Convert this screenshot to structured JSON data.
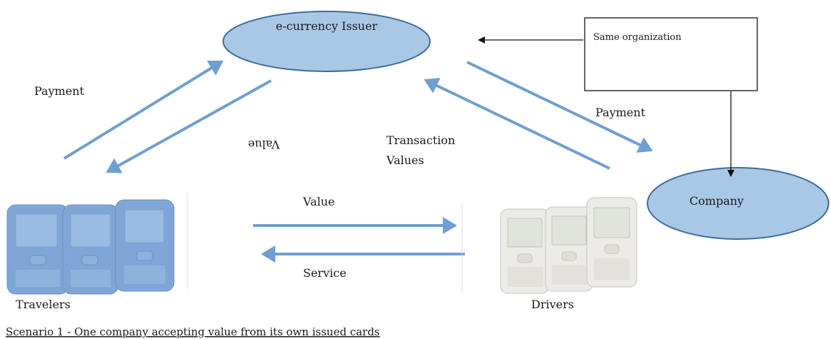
{
  "nodes": {
    "issuer": "e-currency Issuer",
    "company": "Company",
    "same_org": "Same organization",
    "travelers": "Travelers",
    "drivers": "Drivers"
  },
  "edges": {
    "payment_left": "Payment",
    "value_upside_down": "Value",
    "transaction_line1": "Transaction",
    "transaction_line2": "Values",
    "payment_right": "Payment",
    "value_mid": "Value",
    "service_mid": "Service"
  },
  "caption": "Scenario 1 - One company accepting value from its own issued cards",
  "colors": {
    "arrow": "#6f9fd0",
    "ellipse_fill": "#a9c8e6",
    "ellipse_stroke": "#3f6c9c",
    "phone_travelers": "#7fa6d6",
    "phone_drivers": "#e8e6e2"
  }
}
